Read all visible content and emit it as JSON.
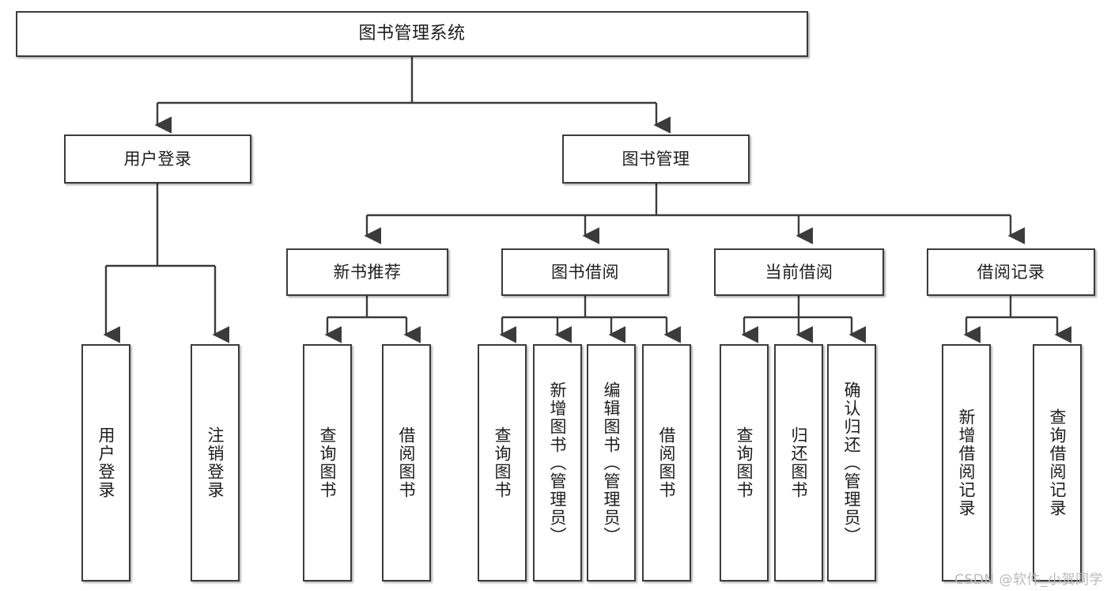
{
  "diagram": {
    "title": "图书管理系统",
    "type": "tree-structure-diagram",
    "root": {
      "label": "图书管理系统"
    },
    "level1": [
      {
        "label": "用户登录"
      },
      {
        "label": "图书管理"
      }
    ],
    "level2": [
      {
        "label": "新书推荐"
      },
      {
        "label": "图书借阅"
      },
      {
        "label": "当前借阅"
      },
      {
        "label": "借阅记录"
      }
    ],
    "leaves": {
      "user_login": [
        {
          "label": "用户登录"
        },
        {
          "label": "注销登录"
        }
      ],
      "new_book_recommend": [
        {
          "label": "查询图书"
        },
        {
          "label": "借阅图书"
        }
      ],
      "book_borrow": [
        {
          "label": "查询图书"
        },
        {
          "label": "新增图书（管理员）"
        },
        {
          "label": "编辑图书（管理员）"
        },
        {
          "label": "借阅图书"
        }
      ],
      "current_borrow": [
        {
          "label": "查询图书"
        },
        {
          "label": "归还图书"
        },
        {
          "label": "确认归还（管理员）"
        }
      ],
      "borrow_record": [
        {
          "label": "新增借阅记录"
        },
        {
          "label": "查询借阅记录"
        }
      ]
    }
  },
  "watermark": {
    "text": "CSDN @软件_小贺同学"
  },
  "colors": {
    "box_border": "#3b3b3b",
    "box_fill": "#ffffff",
    "connector": "#3b3b3b",
    "text": "#1d1d1d",
    "watermark": "#b9b9b9"
  }
}
